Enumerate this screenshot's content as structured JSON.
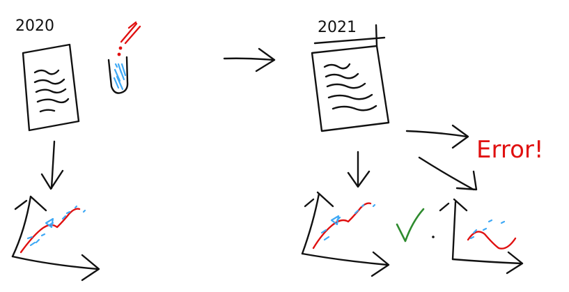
{
  "labels": {
    "year_before": "2020",
    "year_after": "2021",
    "error_text": "Error!"
  },
  "colors": {
    "ink": "#111111",
    "data_curve": "#e01010",
    "data_points": "#3fa9f5",
    "success_check": "#2e8b2e",
    "error_text": "#e01010"
  },
  "icons": {
    "document": "document-icon",
    "test_tube": "test-tube-icon",
    "pipette": "pipette-icon",
    "plot": "plot-icon",
    "check": "check-icon"
  }
}
